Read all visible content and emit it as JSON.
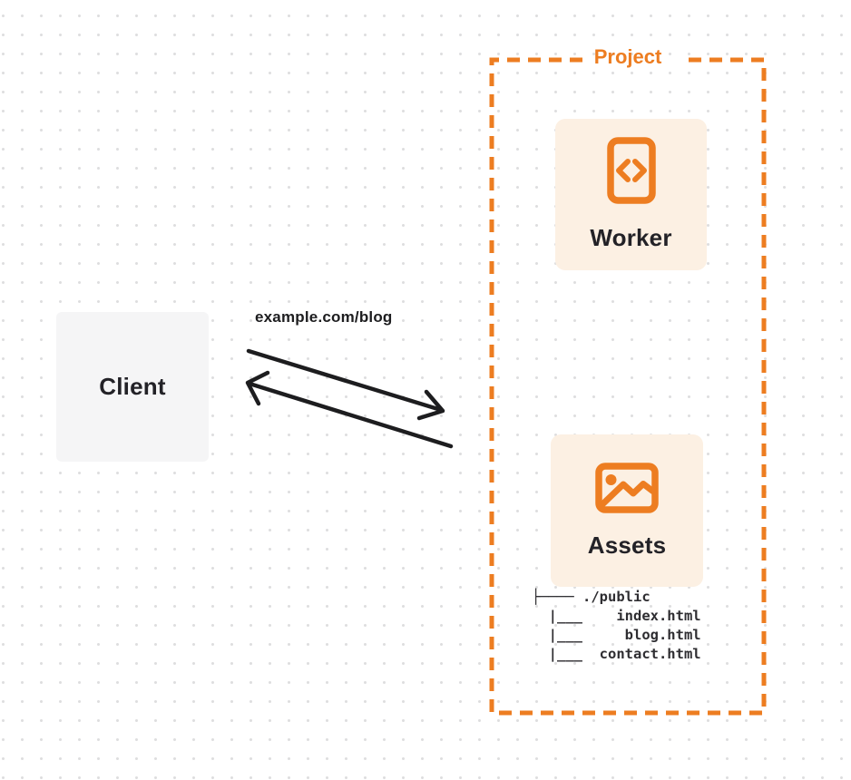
{
  "diagram_title": "client-worker-assets-routing-diagram",
  "client": {
    "label": "Client"
  },
  "request": {
    "label": "example.com/blog"
  },
  "project": {
    "title": "Project",
    "worker": {
      "label": "Worker",
      "icon": "code-brackets-document-icon"
    },
    "assets": {
      "label": "Assets",
      "icon": "image-icon",
      "tree": "├──── ./public\n  |___    index.html\n  |___     blog.html\n  |___  contact.html"
    }
  },
  "colors": {
    "accent_orange": "#ed7d21",
    "card_background": "#fcf0e3",
    "client_background": "#f5f5f6",
    "arrow": "#1d1d1f",
    "text_dark": "#232227",
    "dot_grid": "#dededf"
  }
}
